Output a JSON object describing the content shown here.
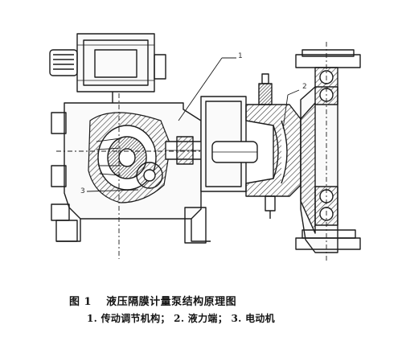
{
  "figure": {
    "number": "图 1",
    "title": "液压隔膜计量泵结构原理图",
    "legend": "1. 传动调节机构； 2. 液力端； 3. 电动机",
    "callouts": [
      "1",
      "2",
      "3"
    ]
  },
  "colors": {
    "ink": "#1c1c1c",
    "hatch": "#3a3a3a",
    "paper": "#ffffff"
  }
}
